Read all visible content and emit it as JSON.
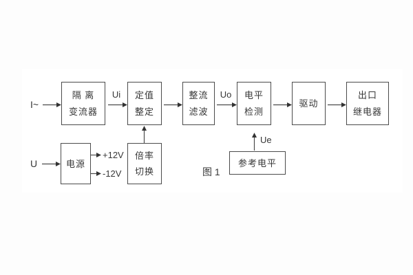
{
  "page": {
    "background": "#fdfdfd",
    "panel": "#ffffff",
    "ink": "#3c3c3c",
    "line_color": "#4a4a4a"
  },
  "caption": "图 1",
  "blocks": {
    "isolation": {
      "line1": "隔 离",
      "line2": "变流器"
    },
    "setting": {
      "line1": "定值",
      "line2": "整定"
    },
    "rectifier": {
      "line1": "整流",
      "line2": "滤波"
    },
    "level": {
      "line1": "电平",
      "line2": "检测"
    },
    "driver": {
      "line1": "驱动"
    },
    "relay": {
      "line1": "出口",
      "line2": "继电器"
    },
    "power": {
      "line1": "电源"
    },
    "ratio": {
      "line1": "倍率",
      "line2": "切换"
    },
    "reference": {
      "line1": "参考电平"
    }
  },
  "signals": {
    "input_current": "I~",
    "input_voltage": "U",
    "ui": "Ui",
    "uo": "Uo",
    "ue": "Ue",
    "plus12v": "+12V",
    "minus12v": "-12V"
  }
}
